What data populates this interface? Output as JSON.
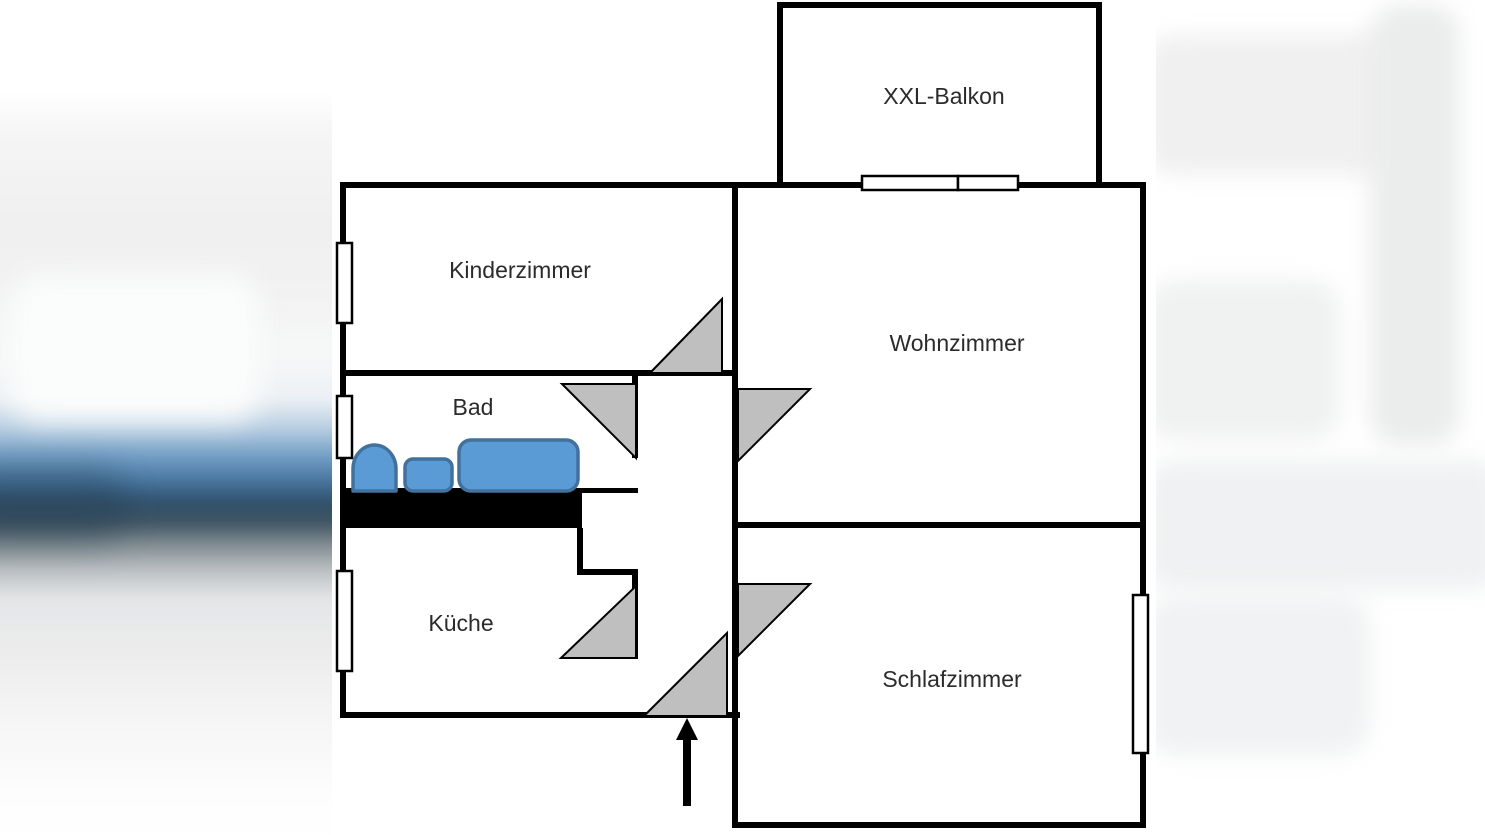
{
  "rooms": [
    {
      "key": "balkon",
      "label": "XXL-Balkon"
    },
    {
      "key": "kinderzimmer",
      "label": "Kinderzimmer"
    },
    {
      "key": "wohnzimmer",
      "label": "Wohnzimmer"
    },
    {
      "key": "bad",
      "label": "Bad"
    },
    {
      "key": "kueche",
      "label": "Küche"
    },
    {
      "key": "schlafzimmer",
      "label": "Schlafzimmer"
    }
  ],
  "symbols": {
    "door_swing": "door-swing-icon",
    "window": "window-icon",
    "balcony_door": "balcony-door-icon",
    "entrance_arrow": "entrance-arrow-icon",
    "toilet": "toilet-icon",
    "sink": "sink-icon",
    "bathtub": "bathtub-icon"
  },
  "colors": {
    "wall": "#000000",
    "door_swing_fill": "#bfbfbf",
    "fixture_fill": "#5b9bd5",
    "fixture_stroke": "#41719c",
    "label_text": "#2b2b2b",
    "canvas": "#ffffff",
    "blur_blue": "#45739d",
    "blur_blue_dark": "#30506a"
  }
}
